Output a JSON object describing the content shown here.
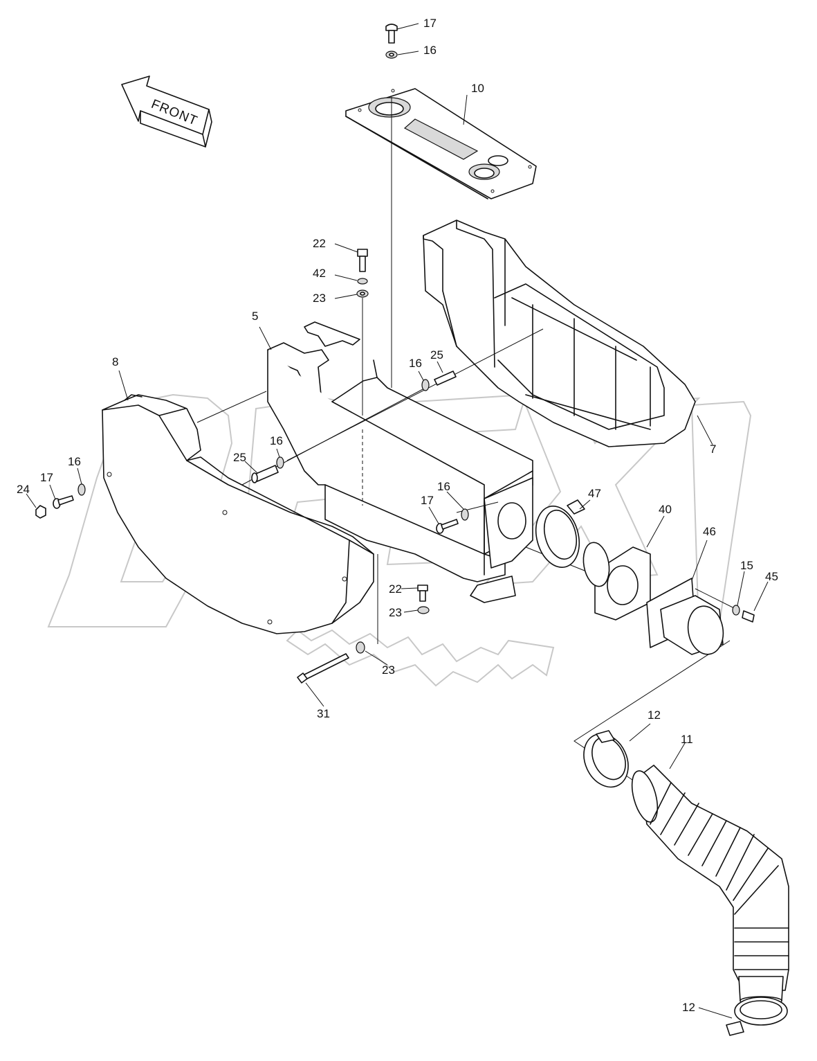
{
  "diagram": {
    "direction_label": "FRONT",
    "callouts": [
      {
        "id": "c17a",
        "text": "17"
      },
      {
        "id": "c16a",
        "text": "16"
      },
      {
        "id": "c10",
        "text": "10"
      },
      {
        "id": "c22a",
        "text": "22"
      },
      {
        "id": "c42",
        "text": "42"
      },
      {
        "id": "c23a",
        "text": "23"
      },
      {
        "id": "c5",
        "text": "5"
      },
      {
        "id": "c16b",
        "text": "16"
      },
      {
        "id": "c25a",
        "text": "25"
      },
      {
        "id": "c8",
        "text": "8"
      },
      {
        "id": "c16c",
        "text": "16"
      },
      {
        "id": "c25b",
        "text": "25"
      },
      {
        "id": "c17b",
        "text": "17"
      },
      {
        "id": "c16d",
        "text": "16"
      },
      {
        "id": "c24",
        "text": "24"
      },
      {
        "id": "c16e",
        "text": "16"
      },
      {
        "id": "c17c",
        "text": "17"
      },
      {
        "id": "c7",
        "text": "7"
      },
      {
        "id": "c47",
        "text": "47"
      },
      {
        "id": "c40",
        "text": "40"
      },
      {
        "id": "c46",
        "text": "46"
      },
      {
        "id": "c15",
        "text": "15"
      },
      {
        "id": "c45",
        "text": "45"
      },
      {
        "id": "c22b",
        "text": "22"
      },
      {
        "id": "c23b",
        "text": "23"
      },
      {
        "id": "c23c",
        "text": "23"
      },
      {
        "id": "c31",
        "text": "31"
      },
      {
        "id": "c12a",
        "text": "12"
      },
      {
        "id": "c11",
        "text": "11"
      },
      {
        "id": "c12b",
        "text": "12"
      }
    ],
    "watermark": "OPEX"
  }
}
